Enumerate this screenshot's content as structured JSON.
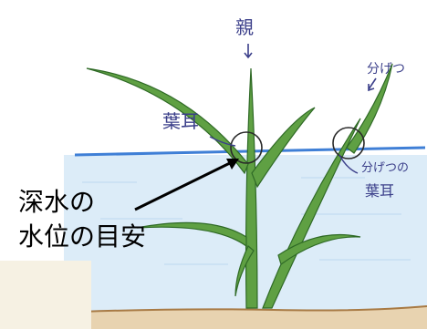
{
  "labels": {
    "oya": "親",
    "bungetsu": "分げつ",
    "youji": "葉耳",
    "bungetsu_youji_line1": "分げつの",
    "bungetsu_youji_line2": "葉耳"
  },
  "callout": {
    "line1": "深水の",
    "line2": "水位の目安"
  },
  "colors": {
    "water_surface": "#3f7fd6",
    "water_fill": "#dcecf8",
    "leaf": "#4e8f3a",
    "leaf_dark": "#2f6a26",
    "soil": "#c79a62"
  }
}
